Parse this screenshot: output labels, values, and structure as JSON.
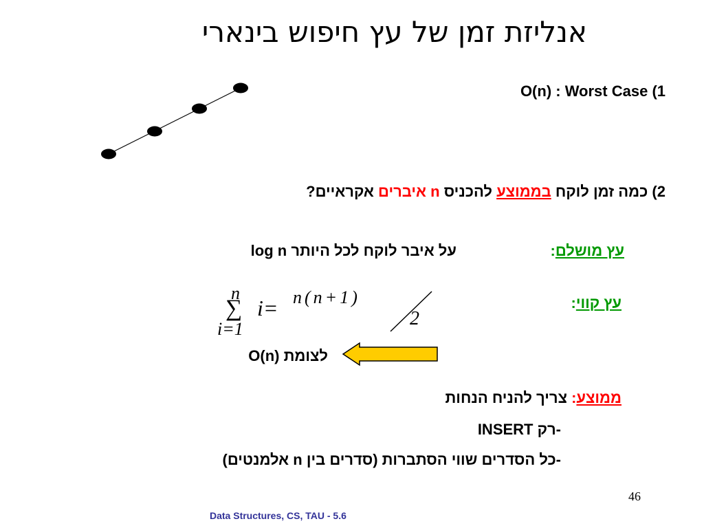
{
  "slide": {
    "title": "אנליזת זמן של עץ חיפוש בינארי",
    "worst_case": "O(n)  : Worst Case (1",
    "question": {
      "prefix": "2)  כמה זמן לוקח ",
      "avg": "בממוצע",
      "mid": " להכניס ",
      "n_elements": "n איברים",
      "suffix": " אקראיים?"
    },
    "complete_tree": {
      "label": "עץ מושלם",
      "colon": ":",
      "text": "על איבר לוקח לכל היותר log n"
    },
    "linear_tree": {
      "label": "עץ קווי",
      "colon": ":"
    },
    "formula": {
      "sum_top": "n",
      "sigma": "∑",
      "sum_bottom": "i=1",
      "body": "i=",
      "numer": "n(n+1)",
      "denom": "2"
    },
    "arrow_text": "O(n) לצומת",
    "average": {
      "label": "ממוצע",
      "colon": ":",
      "text": " צריך להניח הנחות"
    },
    "assumptions": [
      "-רק  INSERT",
      "-כל הסדרים שווי הסתברות   (סדרים בין n אלמנטים)"
    ],
    "page_number": "46",
    "footer": "Data Structures, CS, TAU - 5.6"
  },
  "colors": {
    "red": "#ff0000",
    "green": "#009900",
    "arrow_fill": "#ffcc00",
    "footer": "#333399"
  }
}
